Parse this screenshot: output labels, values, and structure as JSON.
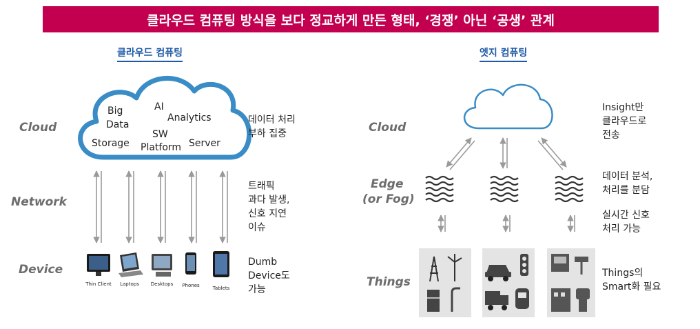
{
  "banner": {
    "title": "클라우드 컴퓨팅 방식을 보다 정교하게 만든 형태, ‘경쟁’ 아닌 ‘공생’ 관계"
  },
  "left": {
    "title": "클라우드 컴퓨팅",
    "layers": {
      "cloud": "Cloud",
      "network": "Network",
      "device": "Device"
    },
    "cloud_words": {
      "big": "Big",
      "data": "Data",
      "storage": "Storage",
      "ai": "AI",
      "analytics": "Analytics",
      "sw": "SW",
      "platform": "Platform",
      "server": "Server"
    },
    "desc_cloud": [
      "데이터 처리",
      "부하 집중"
    ],
    "desc_network": [
      "트래픽",
      "과다 발생,",
      "신호 지연",
      "이슈"
    ],
    "desc_device": [
      "Dumb",
      "Device도",
      "가능"
    ],
    "devices": [
      "Thin Client",
      "Laptops",
      "Desktops",
      "Phones",
      "Tablets"
    ]
  },
  "right": {
    "title": "엣지 컴퓨팅",
    "layers": {
      "cloud": "Cloud",
      "edge": "Edge",
      "fog": "(or Fog)",
      "things": "Things"
    },
    "desc_cloud": [
      "Insight만",
      "클라우드로",
      "전송"
    ],
    "desc_edge1": [
      "데이터 분석,",
      "처리를 분담"
    ],
    "desc_edge2": [
      "실시간 신호",
      "처리 가능"
    ],
    "desc_things": [
      "Things의",
      "Smart화 필요"
    ]
  },
  "colors": {
    "banner": "#c2004f",
    "title": "#1f5aa6",
    "cloud_stroke": "#3a8cc6",
    "layer_text": "#6d6d6d"
  }
}
